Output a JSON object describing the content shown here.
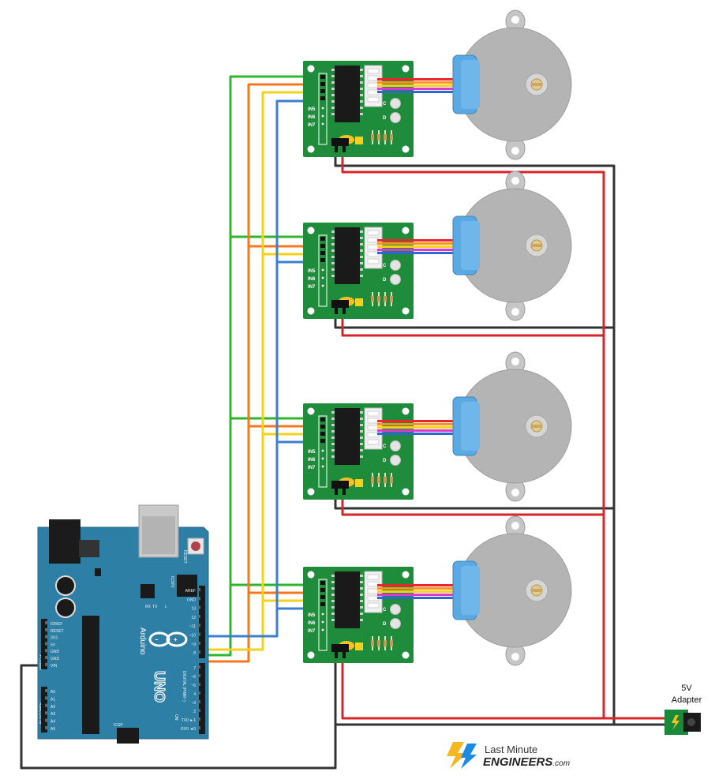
{
  "arduino": {
    "model": "UNO",
    "brand": "Arduino",
    "reset_label": "RESET",
    "icsp2_label": "ICSP2",
    "icsp_label": "ICSP",
    "on_label": "ON",
    "digital_label": "DIGITAL (PWM~)",
    "power_label": "POWER",
    "analog_label": "ANALOG IN",
    "tx_label": "TX",
    "rx_label": "RX",
    "l_label": "L",
    "power_pins": [
      "IOREF",
      "RESET",
      "3V3",
      "5V",
      "GND",
      "GND",
      "VIN"
    ],
    "analog_pins": [
      "A0",
      "A1",
      "A2",
      "A3",
      "A4",
      "A5"
    ],
    "digital_top_pins": [
      "AREF",
      "GND",
      "13",
      "12",
      "~11",
      "~10",
      "~9",
      "8"
    ],
    "digital_bottom_pins": [
      "7",
      "~6",
      "~5",
      "4",
      "~3",
      "2",
      "TX0 ►1",
      "RX0 ◄0"
    ]
  },
  "driver": {
    "in_labels": [
      "IN5",
      "IN6",
      "IN7"
    ],
    "led_labels": [
      "C",
      "D"
    ]
  },
  "adapter": {
    "line1": "5V",
    "line2": "Adapter"
  },
  "logo": {
    "line1": "Last Minute",
    "line2": "ENGINEERS",
    "suffix": ".com"
  },
  "colors": {
    "wire_green": "#2fb62f",
    "wire_orange": "#f7771e",
    "wire_yellow": "#f3d21c",
    "wire_blue": "#3b7fd0",
    "wire_red": "#d8232a",
    "wire_black": "#333333",
    "motor_wire_red": "#e8262b",
    "motor_wire_orange": "#f7931e",
    "motor_wire_yellow": "#f4d21c",
    "motor_wire_pink": "#d93bd1",
    "motor_wire_blue": "#2e66d6",
    "board_green": "#1f8c3c",
    "arduino_blue": "#2e7fa5",
    "motor_grey": "#b4b4b4",
    "motor_cap_blue": "#5aa9e2",
    "logo_yellow": "#f6b820",
    "logo_blue": "#1e88e5"
  }
}
